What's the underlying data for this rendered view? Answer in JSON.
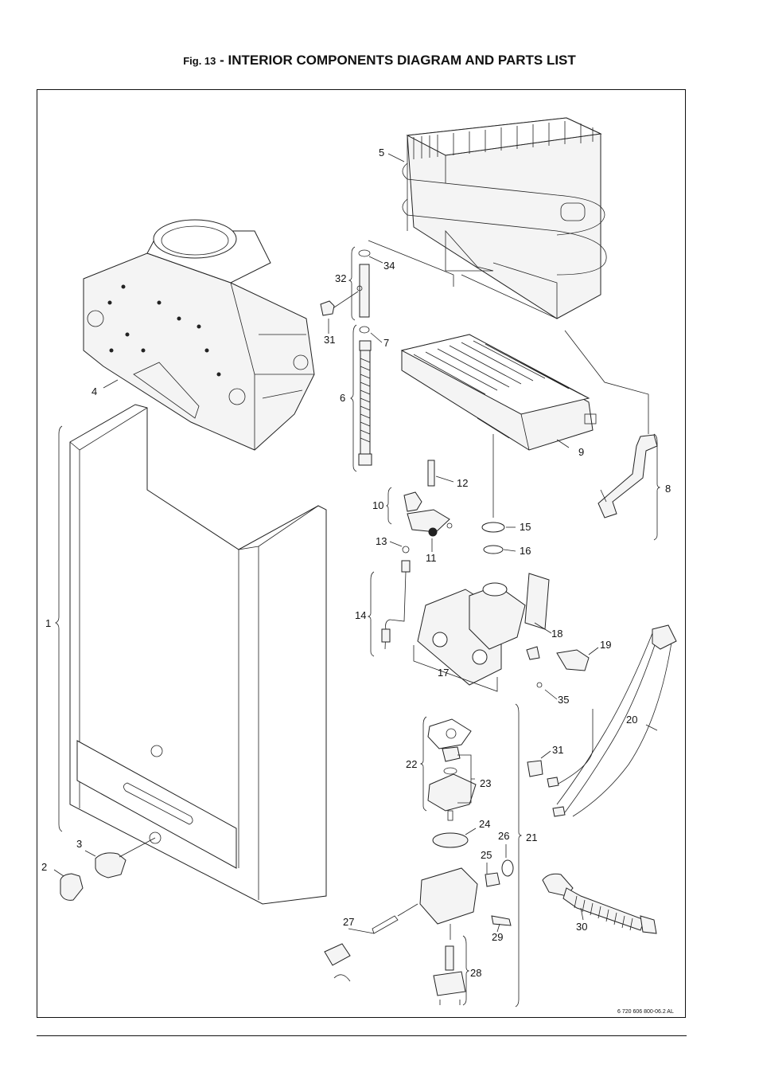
{
  "header": {
    "fig_label": "Fig. 13",
    "title": " - INTERIOR COMPONENTS DIAGRAM AND PARTS LIST"
  },
  "diagram": {
    "reference_code": "6 720 606 800-06.2 AL",
    "callouts": [
      "1",
      "2",
      "3",
      "4",
      "5",
      "6",
      "7",
      "8",
      "9",
      "10",
      "11",
      "12",
      "13",
      "14",
      "15",
      "16",
      "17",
      "18",
      "19",
      "20",
      "21",
      "22",
      "23",
      "24",
      "25",
      "26",
      "27",
      "28",
      "29",
      "30",
      "31",
      "32",
      "34",
      "35"
    ]
  }
}
